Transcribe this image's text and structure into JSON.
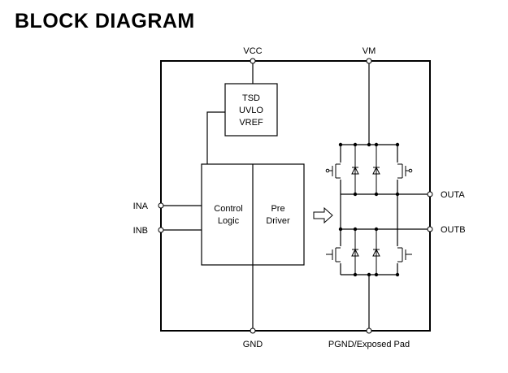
{
  "title": "BLOCK DIAGRAM",
  "pins": {
    "vcc": "VCC",
    "vm": "VM",
    "ina": "INA",
    "inb": "INB",
    "outa": "OUTA",
    "outb": "OUTB",
    "gnd": "GND",
    "pgnd": "PGND/Exposed Pad"
  },
  "blocks": {
    "protection": [
      "TSD",
      "UVLO",
      "VREF"
    ],
    "control_logic": [
      "Control",
      "Logic"
    ],
    "pre_driver": [
      "Pre",
      "Driver"
    ]
  }
}
